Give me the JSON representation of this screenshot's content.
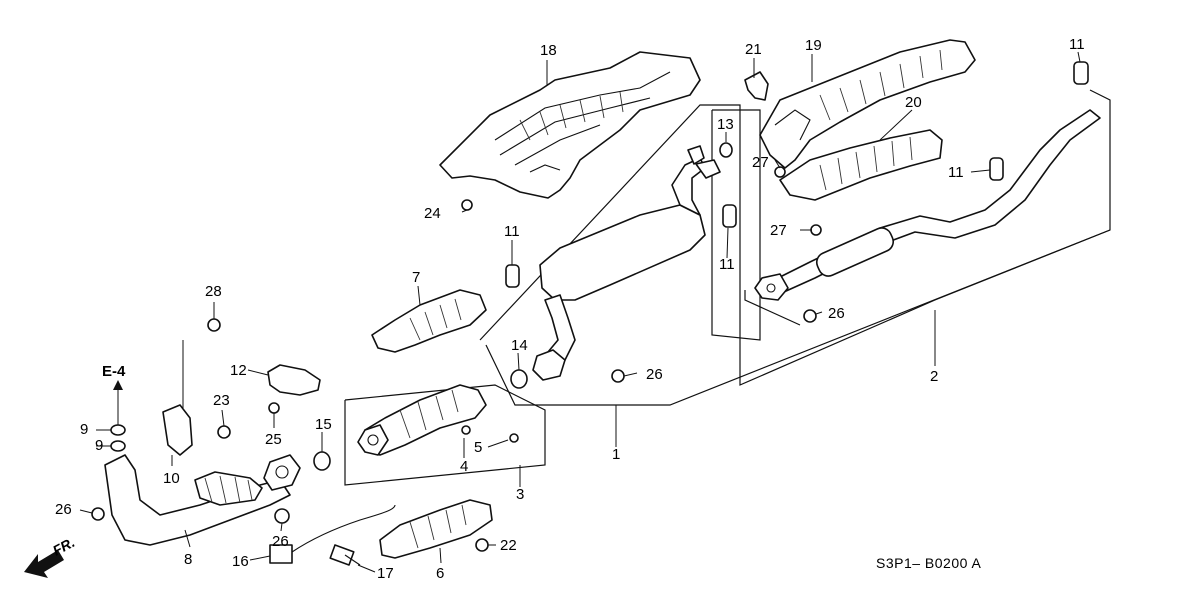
{
  "diagram": {
    "code": "S3P1– B0200 A",
    "ref_label": "E-4",
    "direction_label": "FR."
  },
  "parts": [
    {
      "id": "1",
      "label": "1"
    },
    {
      "id": "2",
      "label": "2"
    },
    {
      "id": "3",
      "label": "3"
    },
    {
      "id": "4",
      "label": "4"
    },
    {
      "id": "5",
      "label": "5"
    },
    {
      "id": "6",
      "label": "6"
    },
    {
      "id": "7",
      "label": "7"
    },
    {
      "id": "8",
      "label": "8"
    },
    {
      "id": "9",
      "label": "9"
    },
    {
      "id": "10",
      "label": "10"
    },
    {
      "id": "11",
      "label": "11"
    },
    {
      "id": "12",
      "label": "12"
    },
    {
      "id": "13",
      "label": "13"
    },
    {
      "id": "14",
      "label": "14"
    },
    {
      "id": "15",
      "label": "15"
    },
    {
      "id": "16",
      "label": "16"
    },
    {
      "id": "17",
      "label": "17"
    },
    {
      "id": "18",
      "label": "18"
    },
    {
      "id": "19",
      "label": "19"
    },
    {
      "id": "20",
      "label": "20"
    },
    {
      "id": "21",
      "label": "21"
    },
    {
      "id": "22",
      "label": "22"
    },
    {
      "id": "23",
      "label": "23"
    },
    {
      "id": "24",
      "label": "24"
    },
    {
      "id": "25",
      "label": "25"
    },
    {
      "id": "26",
      "label": "26"
    },
    {
      "id": "27",
      "label": "27"
    },
    {
      "id": "28",
      "label": "28"
    }
  ]
}
